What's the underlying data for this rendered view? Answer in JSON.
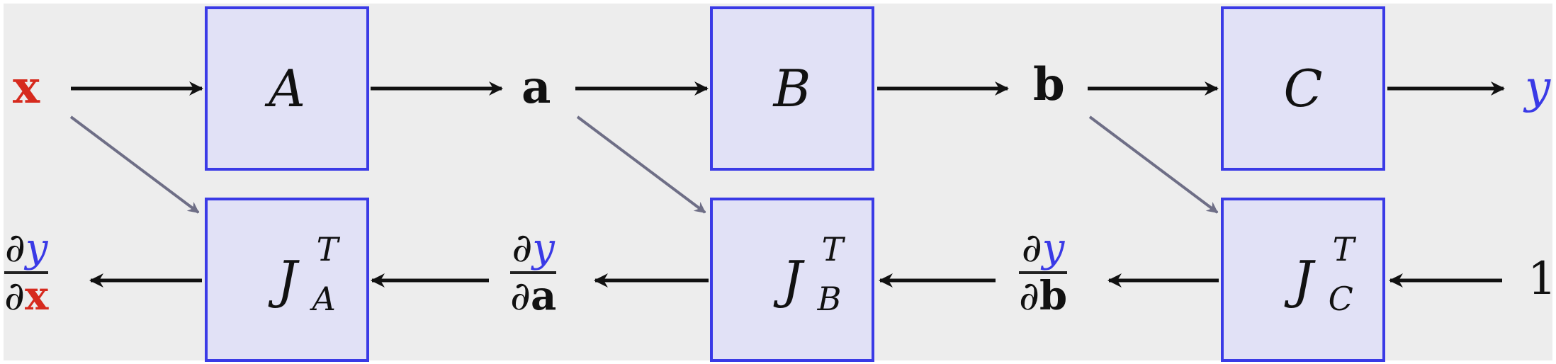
{
  "colors": {
    "box_fill": "#e1e1f6",
    "box_border": "#3a3ae6",
    "input_color": "#d62a1e",
    "output_color": "#3a3ae6",
    "forward_arrow": "#111111",
    "diag_arrow": "#6e6e86"
  },
  "forward": {
    "input": "x",
    "box_a": "A",
    "mid_a": "a",
    "box_b": "B",
    "mid_b": "b",
    "box_c": "C",
    "output": "y"
  },
  "backward": {
    "seed": "1",
    "jac_symbol": "J",
    "jac_sup": "T",
    "jac_a_sub": "A",
    "jac_b_sub": "B",
    "jac_c_sub": "C",
    "partial": "∂",
    "grad_num": "y",
    "grad_x_den": "x",
    "grad_a_den": "a",
    "grad_b_den": "b"
  }
}
